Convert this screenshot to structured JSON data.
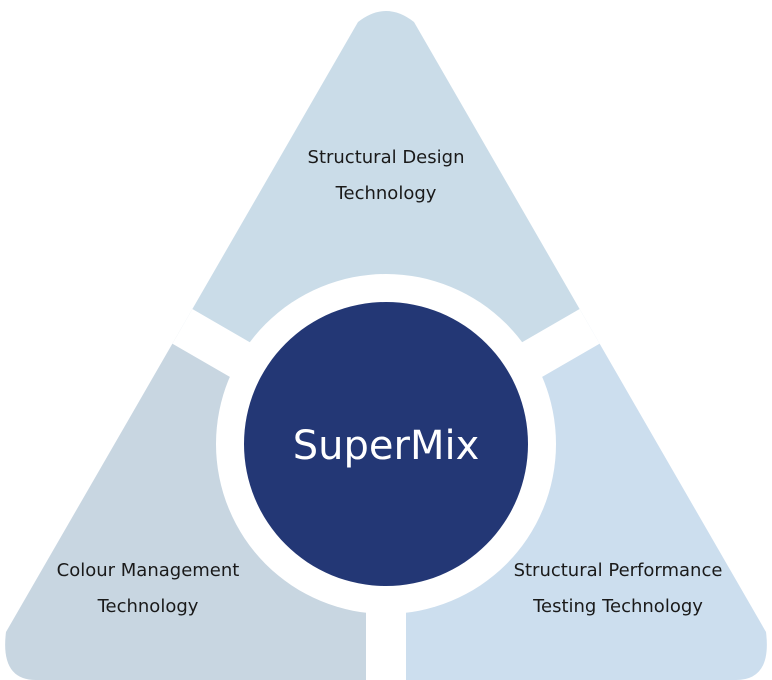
{
  "center": {
    "label": "SuperMix"
  },
  "segments": [
    {
      "line1": "Structural Design",
      "line2": "Technology",
      "color": "#CADCE8"
    },
    {
      "line1": "Colour Management",
      "line2": "Technology",
      "color": "#C8D6E1"
    },
    {
      "line1": "Structural Performance",
      "line2": "Testing Technology",
      "color": "#CCDEEE"
    }
  ],
  "colors": {
    "center": "#233775",
    "gap": "#FFFFFF"
  }
}
